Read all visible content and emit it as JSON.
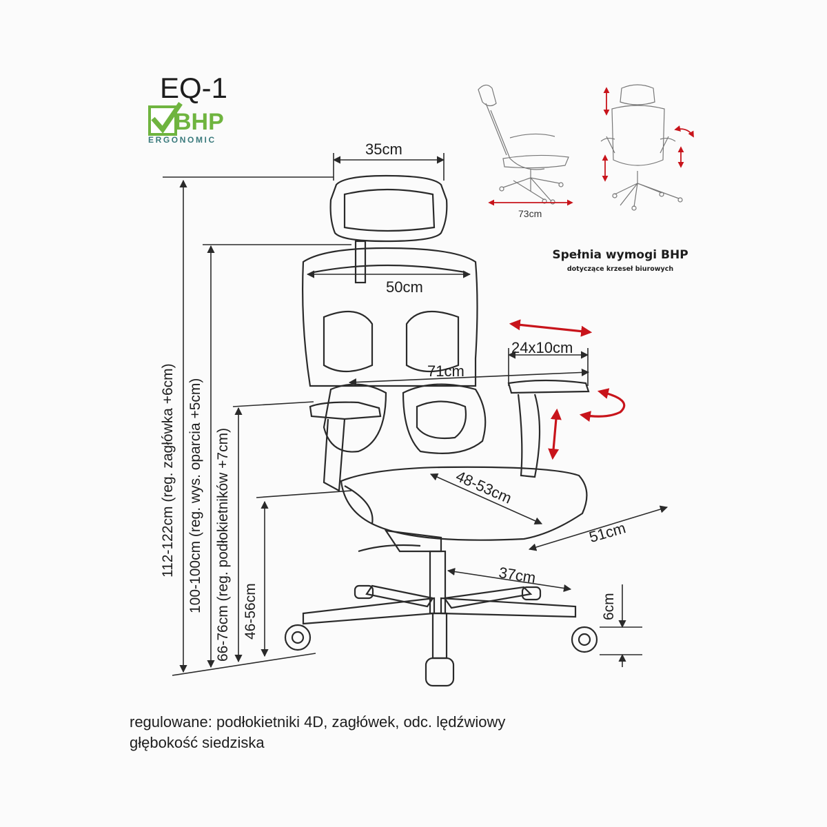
{
  "product": {
    "model": "EQ-1",
    "logo_brand": "BHP",
    "logo_tagline": "ERGONOMIC",
    "claim": "Spełnia wymogi BHP",
    "claim_sub": "dotyczące krzeseł biurowych"
  },
  "dimensions": {
    "headrest_width": "35cm",
    "backrest_width": "50cm",
    "armrest_pad": "24x10cm",
    "width_between_armrests": "71cm",
    "seat_depth": "48-53cm",
    "seat_width": "51cm",
    "base_radius": "37cm",
    "caster_height": "6cm",
    "side_depth": "73cm",
    "total_height": "112-122cm (reg. zagłówka +6cm)",
    "backrest_height": "100-100cm (reg. wys. oparcia +5cm)",
    "armrest_height": "66-76cm (reg. podłokietników +7cm)",
    "seat_height": "46-56cm"
  },
  "footer": {
    "line1": "regulowane: podłokietniki 4D, zagłówek, odc. lędźwiowy",
    "line2": "głębokość siedziska"
  },
  "colors": {
    "line": "#2a2a2a",
    "arrow_red": "#c8141b",
    "logo_green": "#6fb43f",
    "logo_teal": "#3a7a7c"
  }
}
